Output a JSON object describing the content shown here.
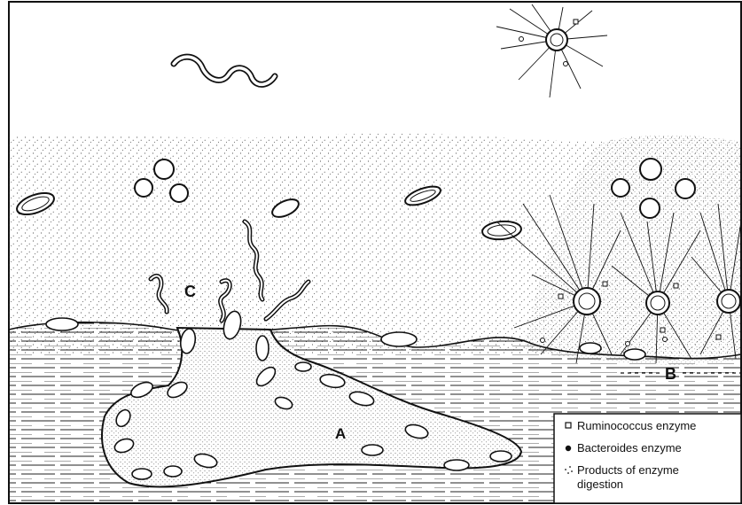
{
  "labels": {
    "a": "A",
    "b": "B",
    "c": "C"
  },
  "legend": {
    "items": [
      {
        "marker": "square",
        "text": "Ruminococcus enzyme"
      },
      {
        "marker": "dot",
        "text": "Bacteroides enzyme"
      },
      {
        "marker": "dots",
        "text": "Products of enzyme"
      }
    ],
    "continuation": "digestion"
  }
}
